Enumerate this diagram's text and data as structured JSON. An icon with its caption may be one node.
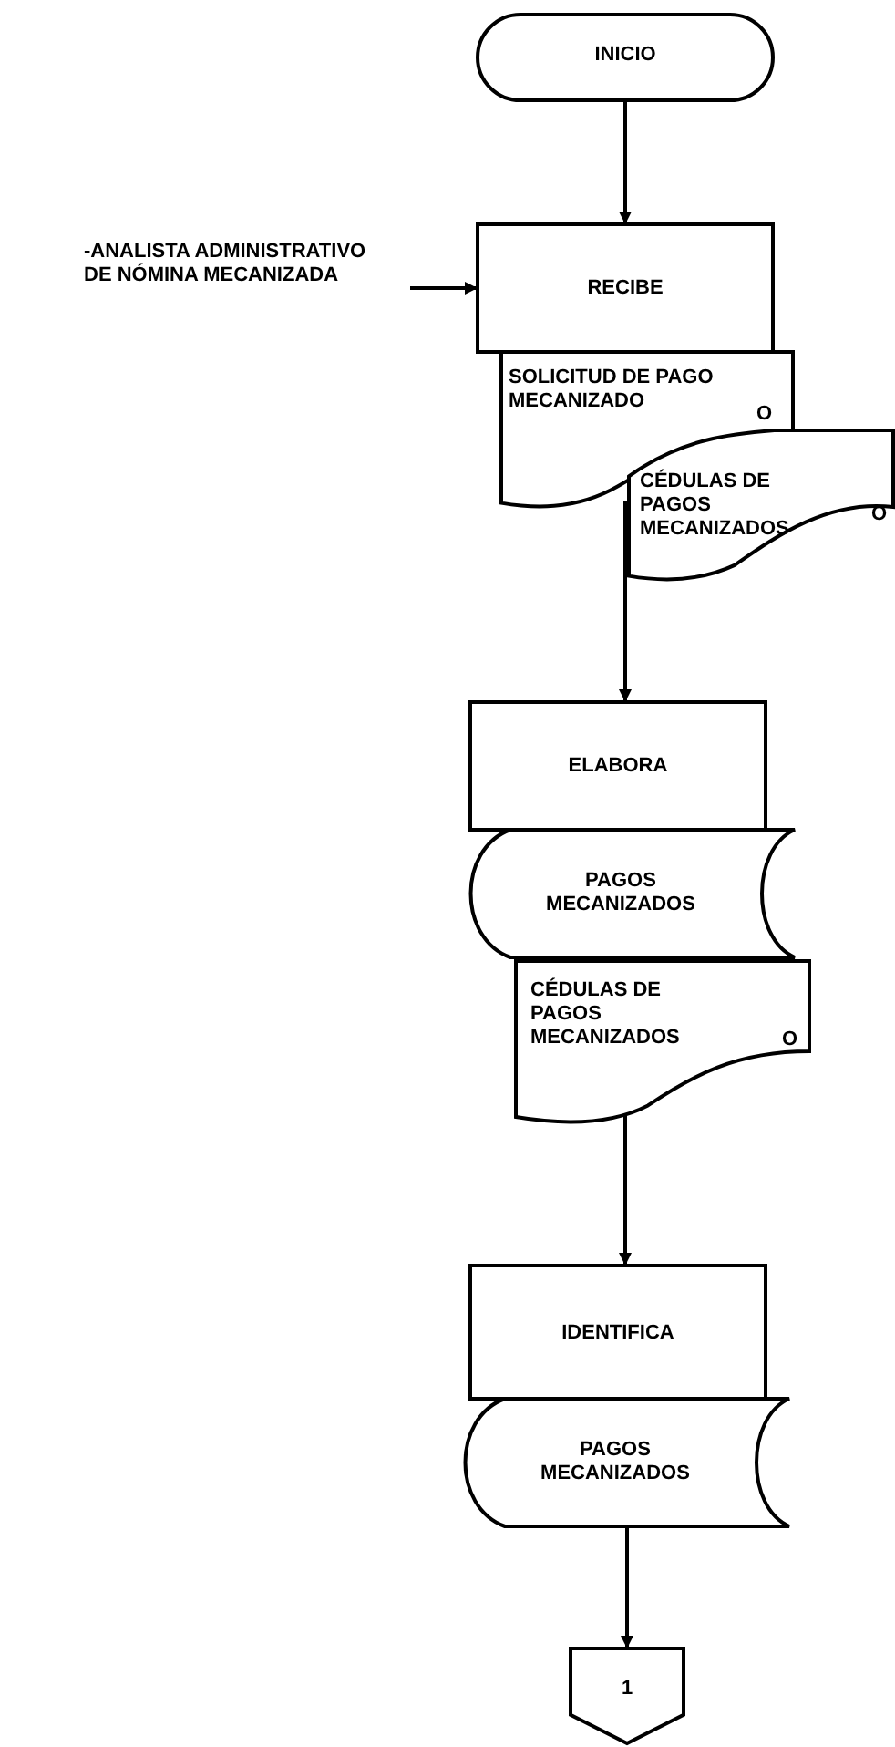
{
  "diagram": {
    "nodes": [
      {
        "text": [
          "INICIO"
        ]
      },
      {
        "text": [
          "-ANALISTA ADMINISTRATIVO DE NÓMINA MECANIZADA"
        ]
      },
      {
        "text": [
          "RECIBE"
        ]
      },
      {
        "text": [
          "SOLICITUD DE PAGO MECANIZADO",
          "O"
        ]
      },
      {
        "text": [
          "CÉDULAS DE PAGOS MECANIZADOS",
          "O"
        ]
      },
      {
        "text": [
          "ELABORA"
        ]
      },
      {
        "text": [
          "PAGOS MECANIZADOS"
        ]
      },
      {
        "text": [
          "CÉDULAS DE PAGOS MECANIZADOS",
          "O"
        ]
      },
      {
        "text": [
          "IDENTIFICA"
        ]
      },
      {
        "text": [
          "PAGOS MECANIZADOS"
        ]
      },
      {
        "text": [
          "1"
        ]
      }
    ],
    "edges": [
      {
        "from": 0,
        "to": 2,
        "arrow": "to"
      },
      {
        "from": 1,
        "to": 2,
        "arrow": "to"
      },
      {
        "from": 3,
        "to": 5,
        "arrow": "to"
      },
      {
        "from": 7,
        "to": 8,
        "arrow": "to"
      },
      {
        "from": 9,
        "to": 10,
        "arrow": "to"
      }
    ]
  }
}
